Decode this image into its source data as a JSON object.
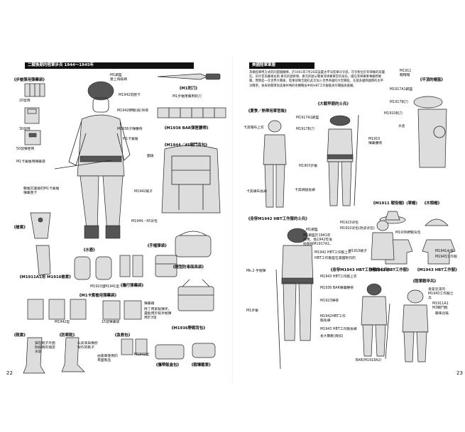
{
  "left_page": {
    "header": "二戰後期的陸軍步兵 1944～1945年",
    "page_number": "22",
    "captions": {
      "ammo_bags": "《步槍彈用彈藥袋》",
      "m1_bayonet": "《M1刺刀》",
      "bar_belt": "《M1938 BAR彈匣腰帶》",
      "pack": "《M1944／45戰鬥背包》",
      "holster": "《槍套》",
      "m1911_pouch": "《M1911A1用 M1916槍套》",
      "canteen": "《水壺》",
      "carrier_pouch": "《攜行彈藥袋》",
      "hand_grenade": "《手榴彈袋》",
      "m1_carbine_pouch": "《M1卡賓槍用彈藥袋》",
      "gas_mask": "《輕型防毒面具袋》",
      "m1936_bag": "《M1936野戰背包》",
      "boots": "《靴套》",
      "shoes": "《防寒靴》",
      "first_aid": "《急救包》",
      "mess_kit": "《攜帶飯盒包》",
      "trench_tool": "《戰壕鏟套》"
    },
    "labels": {
      "helmet": "M1鋼盔\n蓋上偽裝網",
      "m1942_pack": "M1942前膛卡",
      "bayonet_note": "M1步槍用備用刺刀",
      "m1942_suspender": "M1942野戰(肩)吊帶",
      "m1936_belt": "M1936子彈腰帶",
      "m1_rifle": "M1卡賓槍",
      "rounds_20": "20發用",
      "rounds_30": "30發用",
      "rounds_50": "50發彈匣用",
      "m1_grenade": "M1卡賓槍用彈藥袋",
      "belt_note": "戰尾巴連接的M1卡賓槍\n彈藥匣卡",
      "shovel": "圓鍬",
      "m1942_shovel": "M1942鏟子",
      "m1944_pack": "M1944／45背包",
      "m1910": "M1910型",
      "m1941": "M1941型",
      "m1942_pouch": "M1942型",
      "pouch_wb": "彈藥箱",
      "pouch_15": "15發彈藥袋",
      "pouch_note": "除了用來裝彈夾，還能用於裝手榴彈用於3發",
      "boots_note": "穿在靴子外面\n防擋雨的濺泥\n水氣",
      "shoes_note": "以皮革與橡膠\n製作的靴子",
      "first_aid_note": "由美軍使用的\n英國製品",
      "m1942_aid": "M1942型"
    }
  },
  "right_page": {
    "header": "美國陸軍軍服",
    "page_number": "23",
    "intro": "為稱陸軍學方式的同盟國聯隊，於1941年7月26日設置太平洋陸軍司令部，可令對位於菲律賓的高層任。同令官為羅格拉斯·麥克阿瑟將軍。麥克阿瑟以戰後菲律賓軍官的身份，擔任菲律賓軍事顧問要職，實際是一次世界大戰後，陸軍部隊全國在此次加入世界各國的大型戰役，在諸多國際國際的太平洋戰爭，後來他戰爭與美軍共鳴的各種戰役中的HBT工作服裝與作戰服與裝備。",
    "captions": {
      "summer": "《夏季／熱帶用軍官裝》",
      "wwii_soldier": "《大戰早期的士兵》",
      "jungle_hat": "《平頂的帽盔》",
      "m1911_helmet": "《M1911 戰役帽》(軍帽)",
      "cap": "《木頭帽》",
      "m1942_hbt": "《身穿M1942 HBT工作服的士兵》",
      "m1943_hbt_soldier": "《身穿M1943 HBT工作服的士兵》",
      "m1942_hbt_jacket": "《M1942 HBT工作服》",
      "m1943_hbt_jacket": "《M1943 HBT工作服》",
      "marine_shirt": "《陸軍戰甲兵》"
    },
    "labels": {
      "officer_hat": "卡其帽布上衣",
      "officer_pants": "卡其褲布長褲",
      "m1917a1": "M1917A1鋼盔",
      "m1917_helmet": "M1917刺刀",
      "m1910_belt": "M1910\n彈藥腰帶",
      "m1903": "M1903步槍",
      "puttees": "卡其綁腿長褲",
      "m1911_cap": "M1911\n戰帽帽",
      "m1917a1_b": "M1917A1鋼盔",
      "m1917_b": "M1917刺刀",
      "m1910_b": "M1910刺刀",
      "water": "水壺",
      "m1923": "M1923背包",
      "m1910_pack": "M1910背包(改良背包)",
      "m1_helmet": "M1鋼盔",
      "m1941_sur": "M1鋼盔於1941年\n採用，換1942年後\n始替換M1917A1。",
      "m1942_hbt": "M1942 HBT工作服上衣",
      "hbt_note": "HBT工作服是在美國製作的",
      "m1910_shovel": "M1910鏟子",
      "m1936": "M1936野戰背包",
      "m1941_water": "M1941水壺",
      "m1943_hbt": "M1943工作服",
      "mk2": "Mk.2 手榴彈",
      "m1943_hbt_top": "M1943 HBT工作服上衣",
      "bar_belt_r": "M1936 BAR彈藥腰帶",
      "m1923_belt": "M1923彈帶",
      "hbt_trouser": "M1942HBT工作\n服長褲",
      "m1943_trouser": "M1943 HBT工作服長褲",
      "hbt_boots": "長大戰靴(兩扣)",
      "m1_rifle_r": "M1步槍",
      "bar": "BAR(M1918A2)",
      "hbt_m1943_top": "身穿塗漆的M1943工作服士兵",
      "m1911a1": "M1911A1\nM3戰鬥靴",
      "combat_boots": "戰車兵裝"
    }
  }
}
